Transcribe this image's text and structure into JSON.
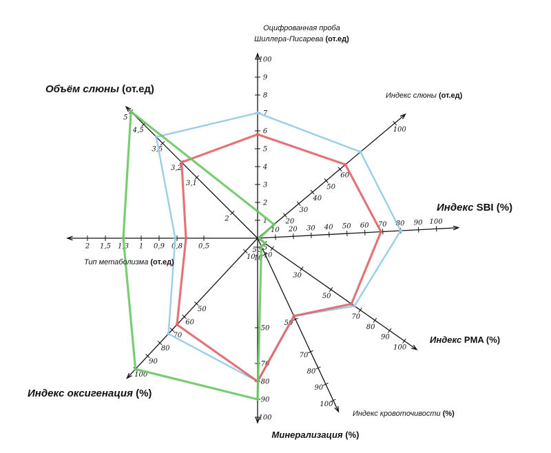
{
  "chart_data": {
    "type": "radar",
    "title": "",
    "axes": [
      {
        "key": "schiller_pisarev",
        "label_lines": [
          "Оцифрованная проба",
          "Шиллера-Писарева (от.ед)"
        ],
        "label_parts": [
          [
            "Оцифрованная проба",
            ""
          ],
          [
            "Шиллера-Писарева ",
            "(от.ед)"
          ]
        ],
        "ticks": [
          "1",
          "2",
          "3",
          "4",
          "5",
          "6",
          "7",
          "8",
          "9",
          "100"
        ],
        "tick_values": [
          1,
          2,
          3,
          4,
          5,
          6,
          7,
          8,
          9,
          10
        ]
      },
      {
        "key": "saliva_index",
        "label_parts": [
          [
            "Индекс слюны ",
            "(от.ед)"
          ]
        ],
        "ticks": [
          "20",
          "30",
          "40",
          "50",
          "60",
          "100"
        ],
        "tick_values": [
          2,
          3,
          4,
          5,
          6,
          10
        ]
      },
      {
        "key": "sbi",
        "label_parts": [
          [
            "Индекс ",
            "SBI (%)"
          ]
        ],
        "ticks": [
          "10",
          "20",
          "30",
          "40",
          "50",
          "60",
          "70",
          "80",
          "90",
          "100"
        ],
        "tick_values": [
          1,
          2,
          3,
          4,
          5,
          6,
          7,
          8,
          9,
          10
        ]
      },
      {
        "key": "pma",
        "label_parts": [
          [
            "Индекс ",
            "PMA (%)"
          ]
        ],
        "ticks": [
          "5",
          "10",
          "30",
          "50",
          "70",
          "80",
          "90",
          "100"
        ],
        "tick_values": [
          0.5,
          1,
          3,
          5,
          7,
          8,
          9,
          10
        ]
      },
      {
        "key": "bleeding",
        "label_parts": [
          [
            "Индекс кровоточивости ",
            "(%)"
          ]
        ],
        "ticks": [
          "5",
          "10",
          "50",
          "70",
          "80",
          "90",
          "100"
        ],
        "tick_values": [
          0.5,
          1,
          5,
          7,
          8,
          9,
          10
        ]
      },
      {
        "key": "mineralization",
        "label_parts": [
          [
            "Минерализация ",
            "(%)"
          ]
        ],
        "ticks": [
          "5",
          "50",
          "70",
          "80",
          "90",
          "100"
        ],
        "tick_values": [
          0.5,
          5,
          7,
          8,
          9,
          10
        ]
      },
      {
        "key": "oxygenation",
        "label_parts": [
          [
            "Индекс оксигенация ",
            "(%)"
          ]
        ],
        "ticks": [
          "10",
          "50",
          "60",
          "70",
          "80",
          "90",
          "100"
        ],
        "tick_values": [
          1,
          5,
          6,
          7,
          8,
          9,
          10
        ]
      },
      {
        "key": "metabolism",
        "label_parts": [
          [
            "Тип метаболизма ",
            "(от.ед)"
          ]
        ],
        "ticks": [
          "0,5",
          "0,8",
          "0,9",
          "1",
          "1,3",
          "1,5",
          "2"
        ],
        "tick_values": [
          3,
          4.5,
          5.5,
          6.5,
          7.5,
          8.5,
          9.5
        ]
      },
      {
        "key": "saliva_volume",
        "label_parts": [
          [
            "Объём слюны ",
            "(от.ед)"
          ]
        ],
        "ticks": [
          "2",
          "3,1",
          "3,2",
          "3,5",
          "4,5",
          "5"
        ],
        "tick_values": [
          2,
          4.8,
          6,
          7.5,
          9,
          10
        ]
      }
    ],
    "scale_max": 10,
    "series": [
      {
        "color": "#8ec8e6",
        "values": [
          7,
          7.5,
          8,
          6.6,
          4.8,
          8,
          7.3,
          4.6,
          8
        ]
      },
      {
        "color": "#e06468",
        "values": [
          5.8,
          6.4,
          6.9,
          6.4,
          4.8,
          8,
          6.6,
          4,
          6
        ]
      },
      {
        "color": "#6cc663",
        "values": [
          1.5,
          1.2,
          0.1,
          0.5,
          0.5,
          9,
          10,
          7.5,
          10
        ]
      }
    ]
  }
}
